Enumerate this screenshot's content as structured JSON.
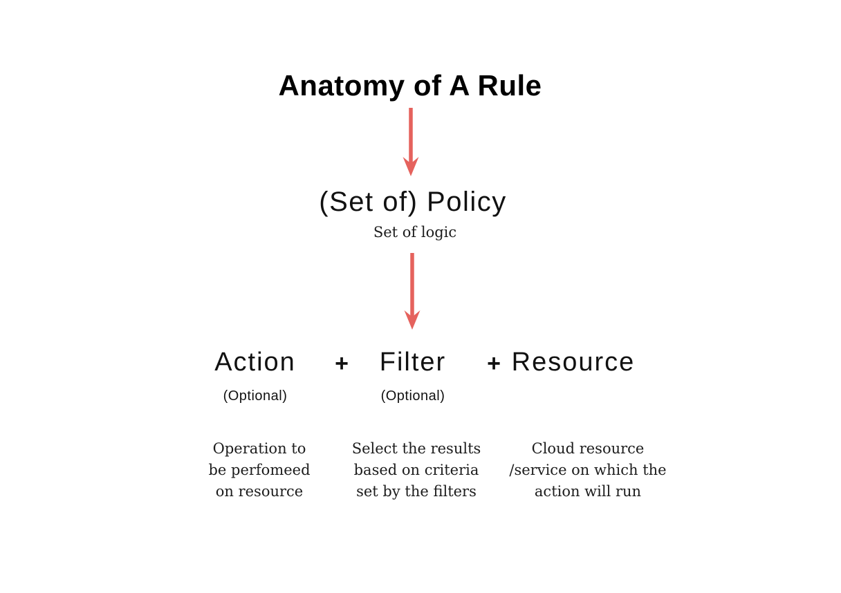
{
  "page": {
    "background_color": "#ffffff",
    "text_color": "#111111",
    "arrow_color": "#e5625d"
  },
  "title": "Anatomy of A Rule",
  "policy": {
    "heading": "(Set of) Policy",
    "subheading": "Set of logic"
  },
  "plus_sign": "+",
  "components": [
    {
      "name": "Action",
      "optional": "(Optional)",
      "description": "Operation to\nbe perfomeed\non resource"
    },
    {
      "name": "Filter",
      "optional": "(Optional)",
      "description": "Select the results\nbased on criteria\nset by the filters"
    },
    {
      "name": "Resource",
      "optional": "",
      "description": "Cloud resource\n/service on which the\naction will run"
    }
  ]
}
